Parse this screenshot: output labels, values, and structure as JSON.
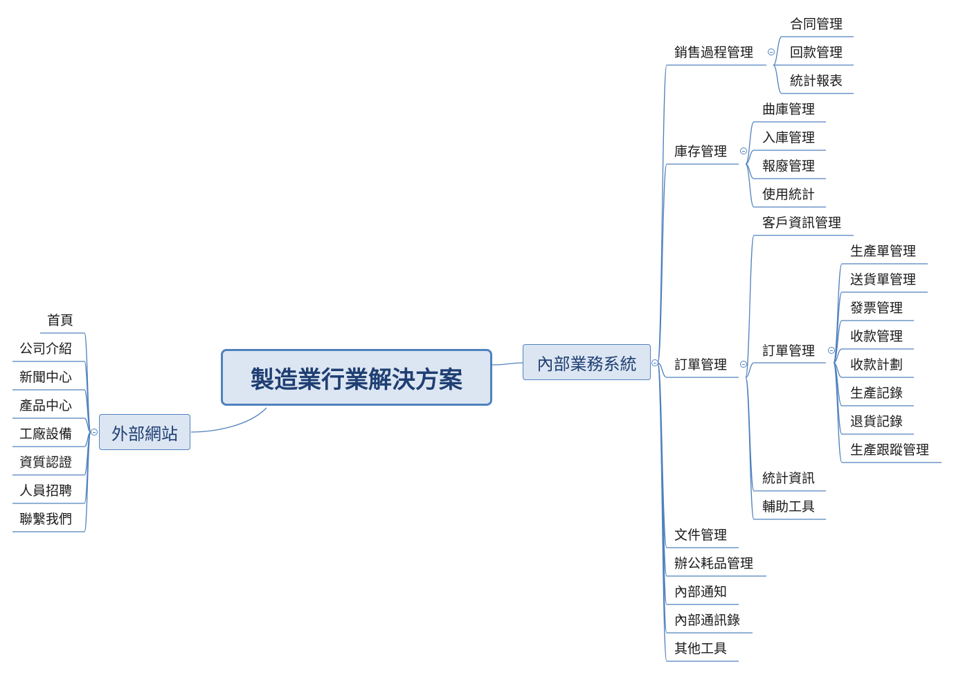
{
  "central": "製造業行業解決方案",
  "left_branch": {
    "label": "外部網站",
    "items": [
      "首頁",
      "公司介紹",
      "新聞中心",
      "產品中心",
      "工廠設備",
      "資質認證",
      "人員招聘",
      "聯繫我們"
    ]
  },
  "right_branch": {
    "label": "內部業務系統",
    "sales": {
      "label": "銷售過程管理",
      "items": [
        "合同管理",
        "回款管理",
        "統計報表"
      ]
    },
    "inventory": {
      "label": "庫存管理",
      "items": [
        "曲庫管理",
        "入庫管理",
        "報廢管理",
        "使用統計"
      ]
    },
    "orders": {
      "label": "訂單管理",
      "customer": "客戶資訊管理",
      "order_mgmt": {
        "label": "訂單管理",
        "items": [
          "生產單管理",
          "送貨單管理",
          "發票管理",
          "收款管理",
          "收款計劃",
          "生產記錄",
          "退貨記錄",
          "生產跟蹤管理"
        ]
      },
      "stats": "統計資訊",
      "tools": "輔助工具"
    },
    "others": [
      "文件管理",
      "辦公耗品管理",
      "內部通知",
      "內部通訊錄",
      "其他工具"
    ]
  },
  "colors": {
    "line": "#4f81bd",
    "fill": "#dce6f2",
    "text_dark": "#1f3f73"
  }
}
